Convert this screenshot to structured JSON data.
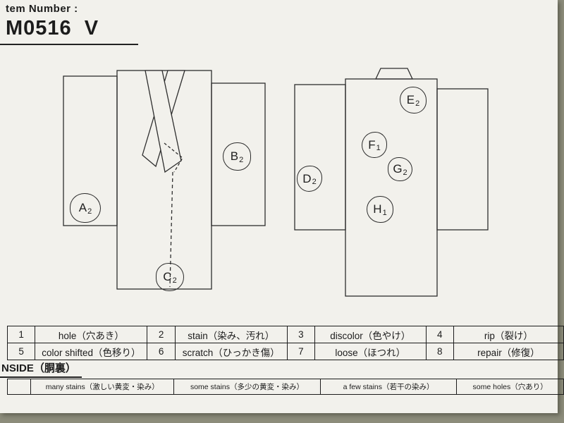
{
  "page": {
    "item_number_label": "tem Number :",
    "item_number_value": "M0516  V"
  },
  "marks": {
    "front": [
      {
        "letter": "A",
        "sub": "2"
      },
      {
        "letter": "B",
        "sub": "2"
      },
      {
        "letter": "C",
        "sub": "2"
      }
    ],
    "back": [
      {
        "letter": "D",
        "sub": "2"
      },
      {
        "letter": "E",
        "sub": "2"
      },
      {
        "letter": "F",
        "sub": "1"
      },
      {
        "letter": "G",
        "sub": "2"
      },
      {
        "letter": "H",
        "sub": "1"
      }
    ]
  },
  "defect_table": {
    "rows": [
      [
        "1",
        "hole（穴あき）",
        "2",
        "stain（染み、汚れ）",
        "3",
        "discolor（色やけ）",
        "4",
        "rip（裂け）"
      ],
      [
        "5",
        "color shifted（色移り）",
        "6",
        "scratch（ひっかき傷）",
        "7",
        "loose（ほつれ）",
        "8",
        "repair（修復）"
      ]
    ]
  },
  "inside": {
    "label": "NSIDE（胴裏）",
    "cells": [
      "",
      "many stains（激しい黄変・染み）",
      "some stains（多少の黄変・染み）",
      "a few stains（若干の染み）",
      "some holes（穴あり）"
    ]
  },
  "colors": {
    "paper": "#f2f1ec",
    "background": "#8c8c7b",
    "ink": "#1c1c1c"
  }
}
